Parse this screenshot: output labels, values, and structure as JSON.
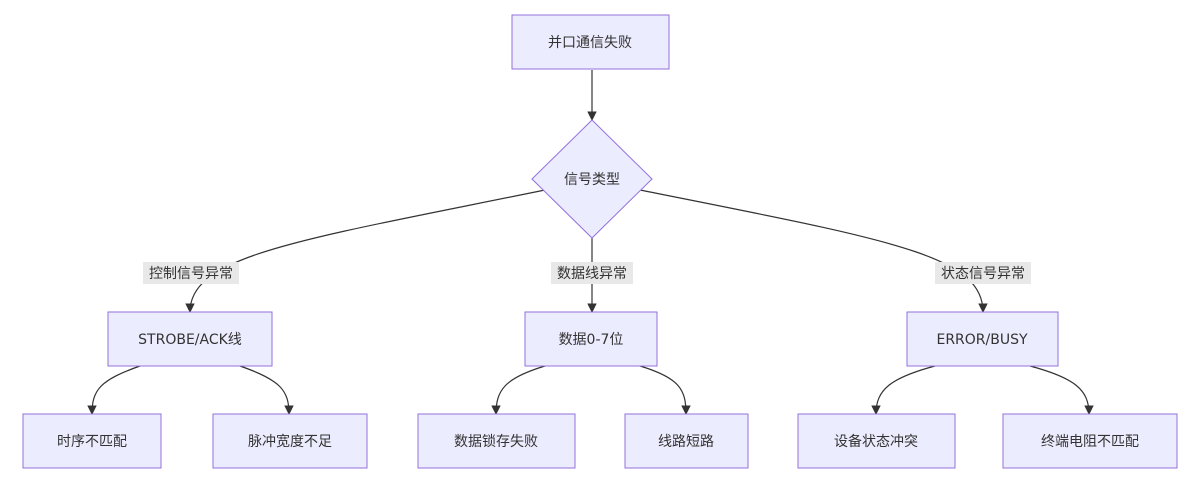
{
  "nodes": {
    "root": "并口通信失败",
    "decision": "信号类型",
    "strobe": "STROBE/ACK线",
    "data": "数据0-7位",
    "error": "ERROR/BUSY",
    "timing": "时序不匹配",
    "pulse": "脉冲宽度不足",
    "latch": "数据锁存失败",
    "short": "线路短路",
    "conflict": "设备状态冲突",
    "resistor": "终端电阻不匹配"
  },
  "edge_labels": {
    "control": "控制信号异常",
    "dataline": "数据线异常",
    "status": "状态信号异常"
  },
  "colors": {
    "node_fill": "#ececff",
    "node_stroke": "#9370db",
    "edge": "#333333",
    "label_bg": "#e8e8e8"
  }
}
